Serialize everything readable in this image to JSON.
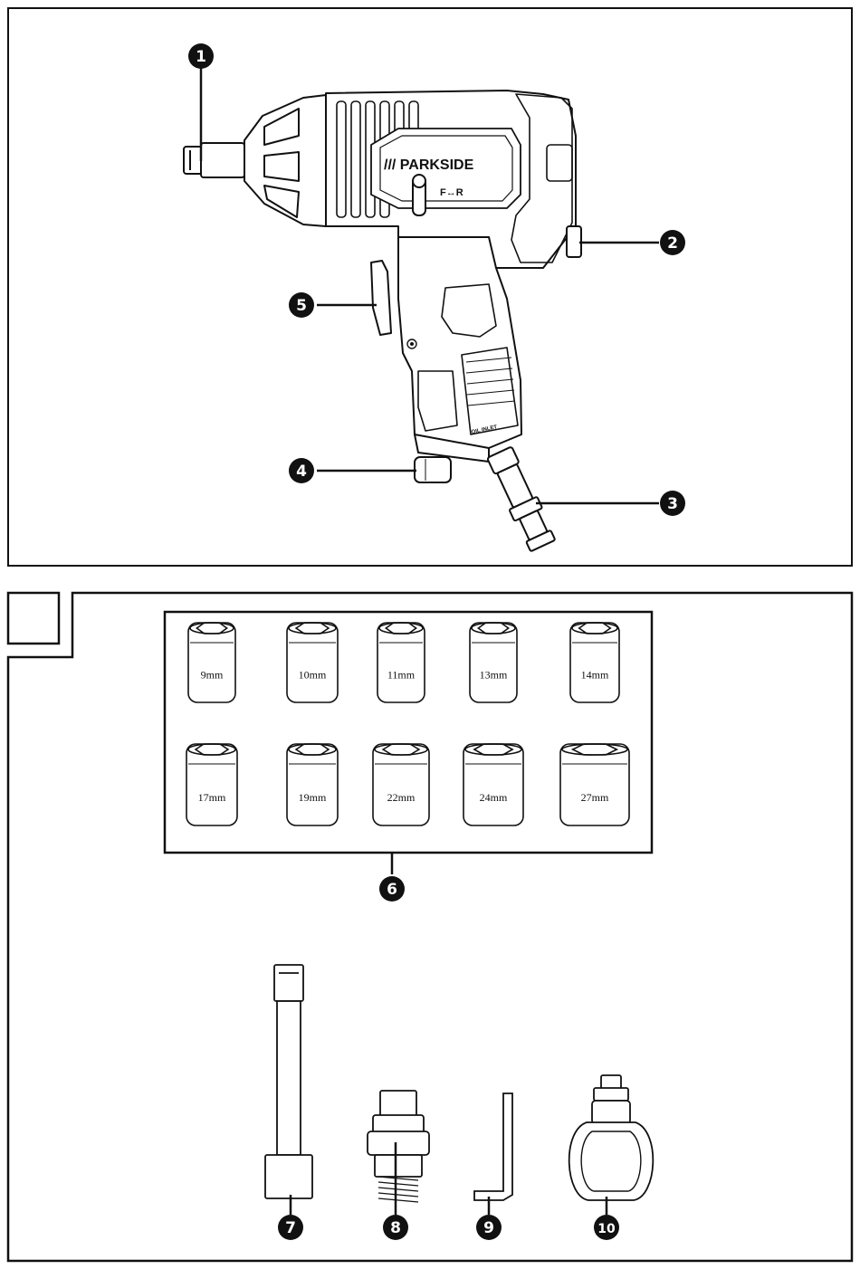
{
  "figure_top": {
    "brand": "/// PARKSIDE",
    "direction_label": "F↔R",
    "oil_label": "OIL INLET",
    "callouts": [
      {
        "label": "1",
        "part": "drive-square"
      },
      {
        "label": "2",
        "part": "rotation-switch"
      },
      {
        "label": "3",
        "part": "air-connector"
      },
      {
        "label": "4",
        "part": "pressure-regulator"
      },
      {
        "label": "5",
        "part": "trigger"
      }
    ]
  },
  "figure_bottom": {
    "corner_label": "",
    "sockets": [
      {
        "label": "9mm"
      },
      {
        "label": "10mm"
      },
      {
        "label": "11mm"
      },
      {
        "label": "13mm"
      },
      {
        "label": "14mm"
      },
      {
        "label": "17mm"
      },
      {
        "label": "19mm"
      },
      {
        "label": "22mm"
      },
      {
        "label": "24mm"
      },
      {
        "label": "27mm"
      }
    ],
    "callouts": [
      {
        "label": "6",
        "part": "socket-set"
      },
      {
        "label": "7",
        "part": "extension"
      },
      {
        "label": "8",
        "part": "air-coupler"
      },
      {
        "label": "9",
        "part": "hex-key"
      },
      {
        "label": "10",
        "part": "oil-bottle"
      }
    ]
  }
}
